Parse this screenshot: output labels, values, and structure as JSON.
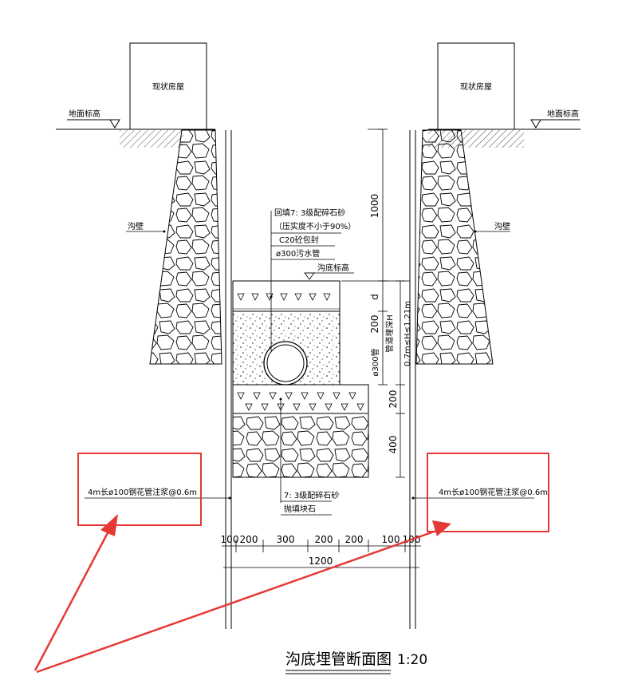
{
  "labels": {
    "house_left": "现状房屋",
    "house_right": "现状房屋",
    "ground_left": "地面标高",
    "ground_right": "地面标高",
    "wall_left": "沟壁",
    "wall_right": "沟壁",
    "backfill_line1": "回填7: 3级配碎石砂",
    "backfill_line2": "（压实度不小于90%）",
    "concrete_wrap": "C20砼包封",
    "sewer_pipe": "ø300污水管",
    "trench_bottom": "沟底标高",
    "gravel_line1": "7: 3级配碎石砂",
    "gravel_line2": "抛填块石",
    "grout_left": "4m长ø100钢花管注浆@0.6m",
    "grout_right": "4m长ø100钢花管注浆@0.6m",
    "title": "沟底埋管断面图",
    "scale": "1:20"
  },
  "dims": {
    "v_1000": "1000",
    "v_d": "d",
    "v_200a": "200",
    "v_pipe": "ø300管",
    "v_200b": "200",
    "v_400": "400",
    "v_depth_h": "管道埋深H",
    "v_depth_range": "0.7m≤H≤1.21m",
    "h_100a": "100",
    "h_200a": "200",
    "h_300": "300",
    "h_200b": "200",
    "h_200c": "200",
    "h_100b": "100",
    "h_100c": "100",
    "h_total": "1200"
  },
  "colors": {
    "line": "#000000",
    "highlight": "#e53935",
    "arrow": "#e53935"
  }
}
